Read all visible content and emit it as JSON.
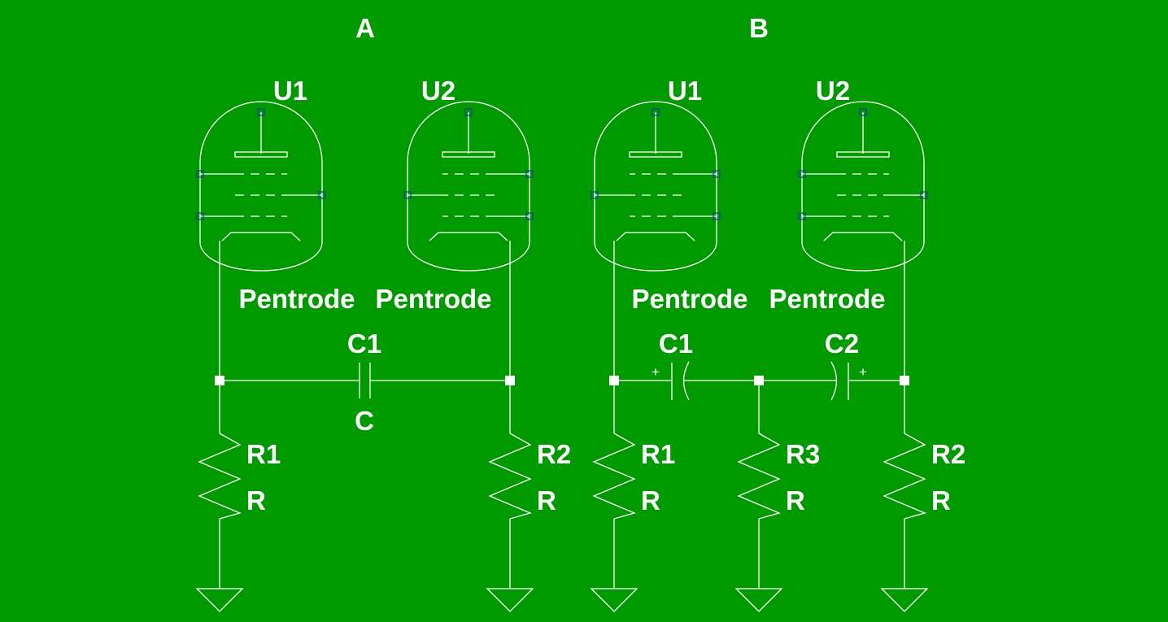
{
  "canvas": {
    "background": "#009900",
    "wire_color": "#ffffff",
    "pin_color": "#1a3aa0"
  },
  "circuit_a": {
    "title": "A",
    "tube_left": {
      "ref": "U1",
      "value": "Pentrode"
    },
    "tube_right": {
      "ref": "U2",
      "value": "Pentrode"
    },
    "capacitor": {
      "ref": "C1",
      "value": "C"
    },
    "resistor_left": {
      "ref": "R1",
      "value": "R"
    },
    "resistor_right": {
      "ref": "R2",
      "value": "R"
    }
  },
  "circuit_b": {
    "title": "B",
    "tube_left": {
      "ref": "U1",
      "value": "Pentrode"
    },
    "tube_right": {
      "ref": "U2",
      "value": "Pentrode"
    },
    "capacitor_left": {
      "ref": "C1",
      "polarity": "+"
    },
    "capacitor_right": {
      "ref": "C2",
      "polarity": "+"
    },
    "resistor_left": {
      "ref": "R1",
      "value": "R"
    },
    "resistor_middle": {
      "ref": "R3",
      "value": "R"
    },
    "resistor_right": {
      "ref": "R2",
      "value": "R"
    }
  }
}
